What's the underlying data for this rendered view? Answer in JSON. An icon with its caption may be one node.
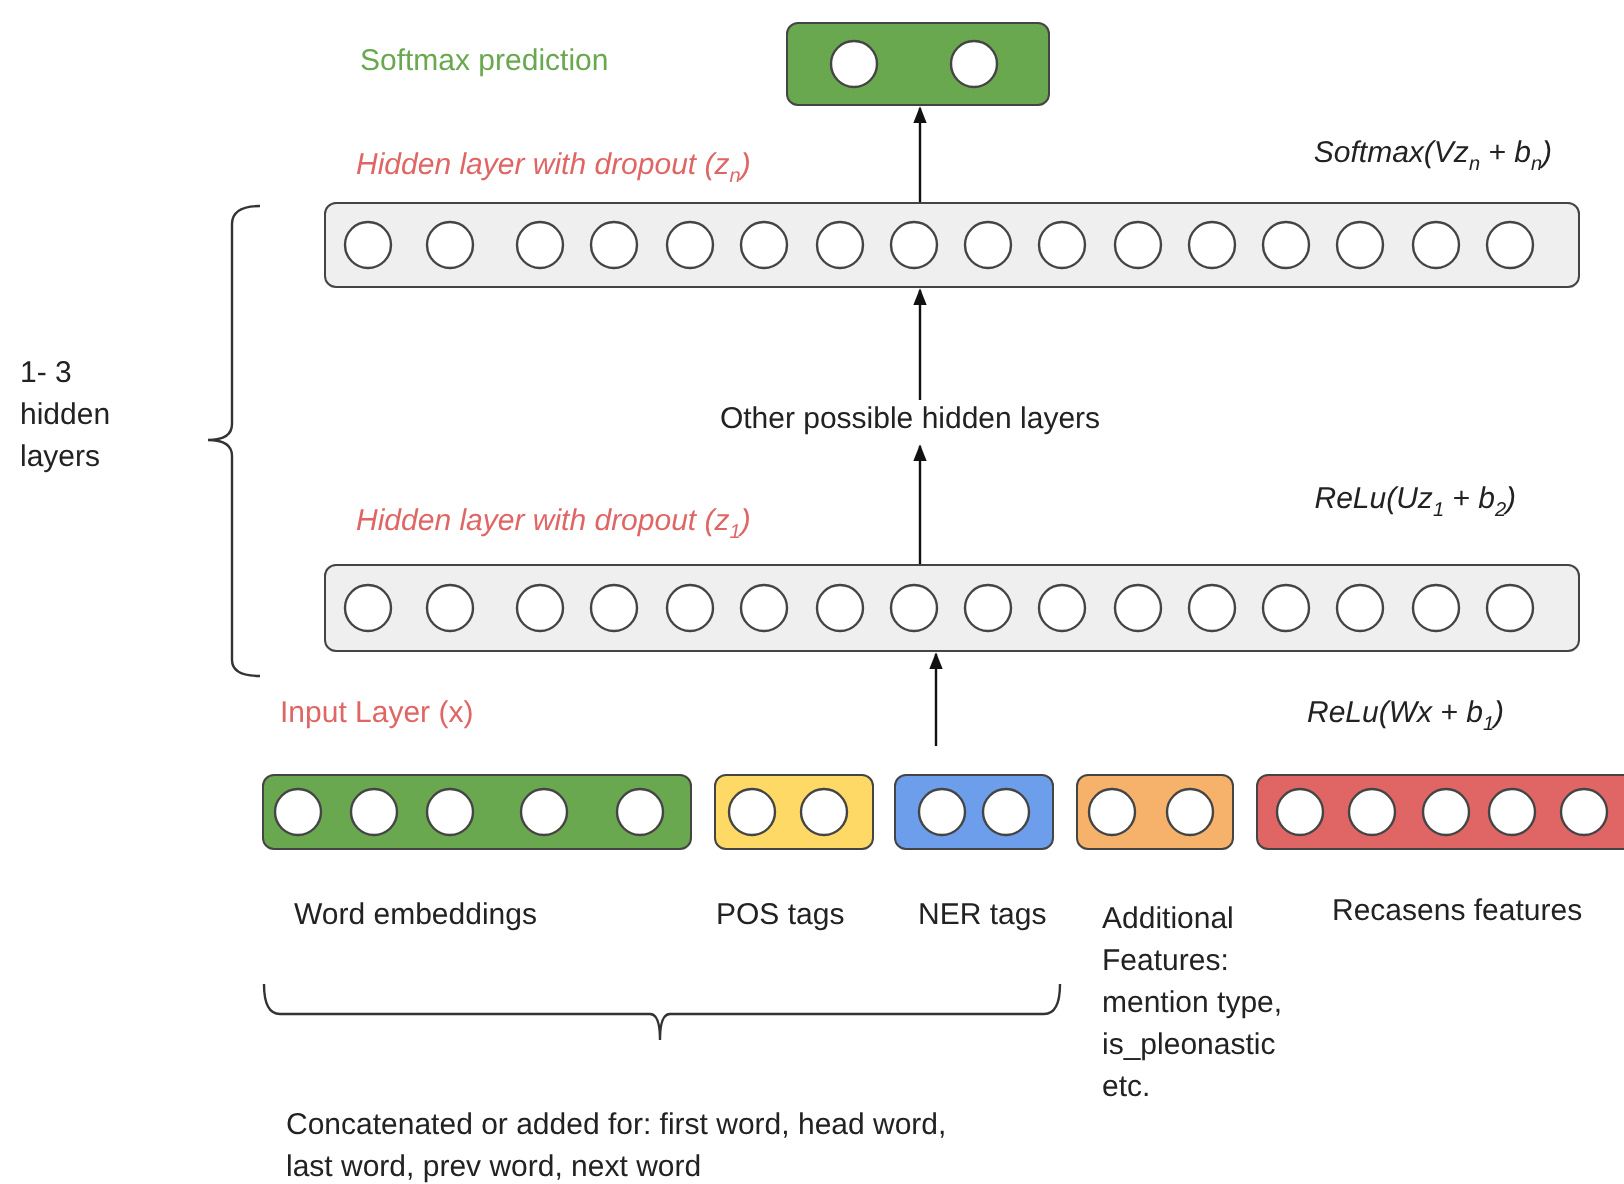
{
  "diagram": {
    "nodes": [
      {
        "text": [],
        "shape": "bar"
      },
      {
        "text": [],
        "shape": "bar",
        "beside": [
          "Hidden layer with dropout (z$_{n}$)",
          "Softmax(Vz$_{n}$ + b$_{n}$)"
        ]
      },
      {
        "text": [
          "Other possible hidden layers"
        ]
      },
      {
        "text": [],
        "shape": "bar",
        "beside": [
          "Hidden layer with dropout (z$_{1}$)",
          "ReLu(Uz$_{1}$ + b$_{2}$)"
        ]
      },
      {
        "text": [],
        "shape": "bar",
        "beside": [
          "Word embeddings"
        ]
      },
      {
        "text": [],
        "shape": "bar",
        "beside": [
          "POS tags"
        ]
      },
      {
        "text": [],
        "shape": "bar",
        "beside": [
          "NER tags"
        ]
      },
      {
        "text": [],
        "shape": "bar",
        "beside": [
          "Additional Features: mention type, is_pleonastic etc."
        ]
      },
      {
        "text": [],
        "shape": "bar",
        "beside": [
          "Recasens features"
        ]
      }
    ],
    "edges": [
      {
        "from": null,
        "to": 3,
        "arrow": "to"
      },
      {
        "from": 3,
        "to": 2,
        "arrow": "to"
      },
      {
        "from": 2,
        "to": 1,
        "arrow": "to"
      },
      {
        "from": 1,
        "to": 0,
        "arrow": "to"
      }
    ],
    "labels": [
      "Softmax prediction",
      "1- 3 hidden layers",
      "Input Layer (x)",
      "ReLu(Wx + b$_{1}$)",
      "Concatenated or added for: first word, head word, last word, prev word, next word"
    ]
  }
}
